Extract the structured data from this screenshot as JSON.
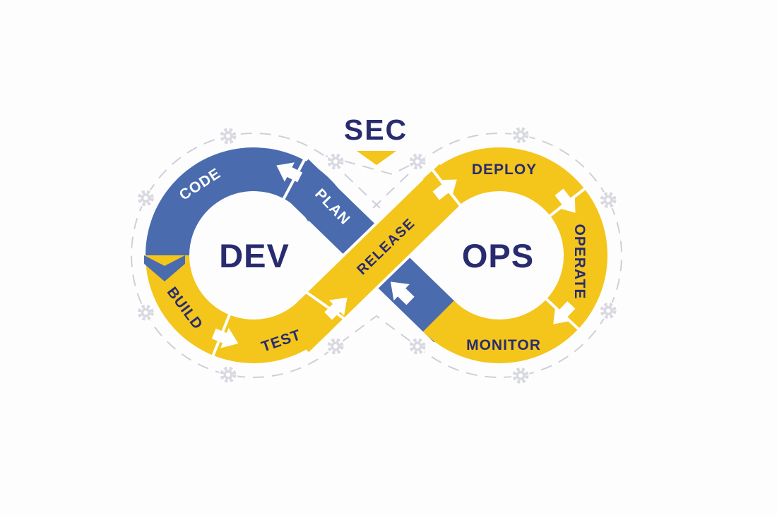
{
  "diagram": {
    "sec_label": "SEC",
    "dev_label": "DEV",
    "ops_label": "OPS",
    "release_label": "RELEASE",
    "dev_segments": {
      "plan": "PLAN",
      "code": "CODE",
      "build": "BUILD",
      "test": "TEST"
    },
    "ops_segments": {
      "deploy": "DEPLOY",
      "operate": "OPERATE",
      "monitor": "MONITOR"
    }
  },
  "colors": {
    "background": "#fdfdfd",
    "blue": "#4a6bae",
    "yellow": "#f4c51b",
    "navy": "#282c6f",
    "label_light": "#ffffff",
    "dashed_outline": "#cfcfda",
    "gear": "#d9d9e2",
    "arrow": "#ffffff"
  }
}
